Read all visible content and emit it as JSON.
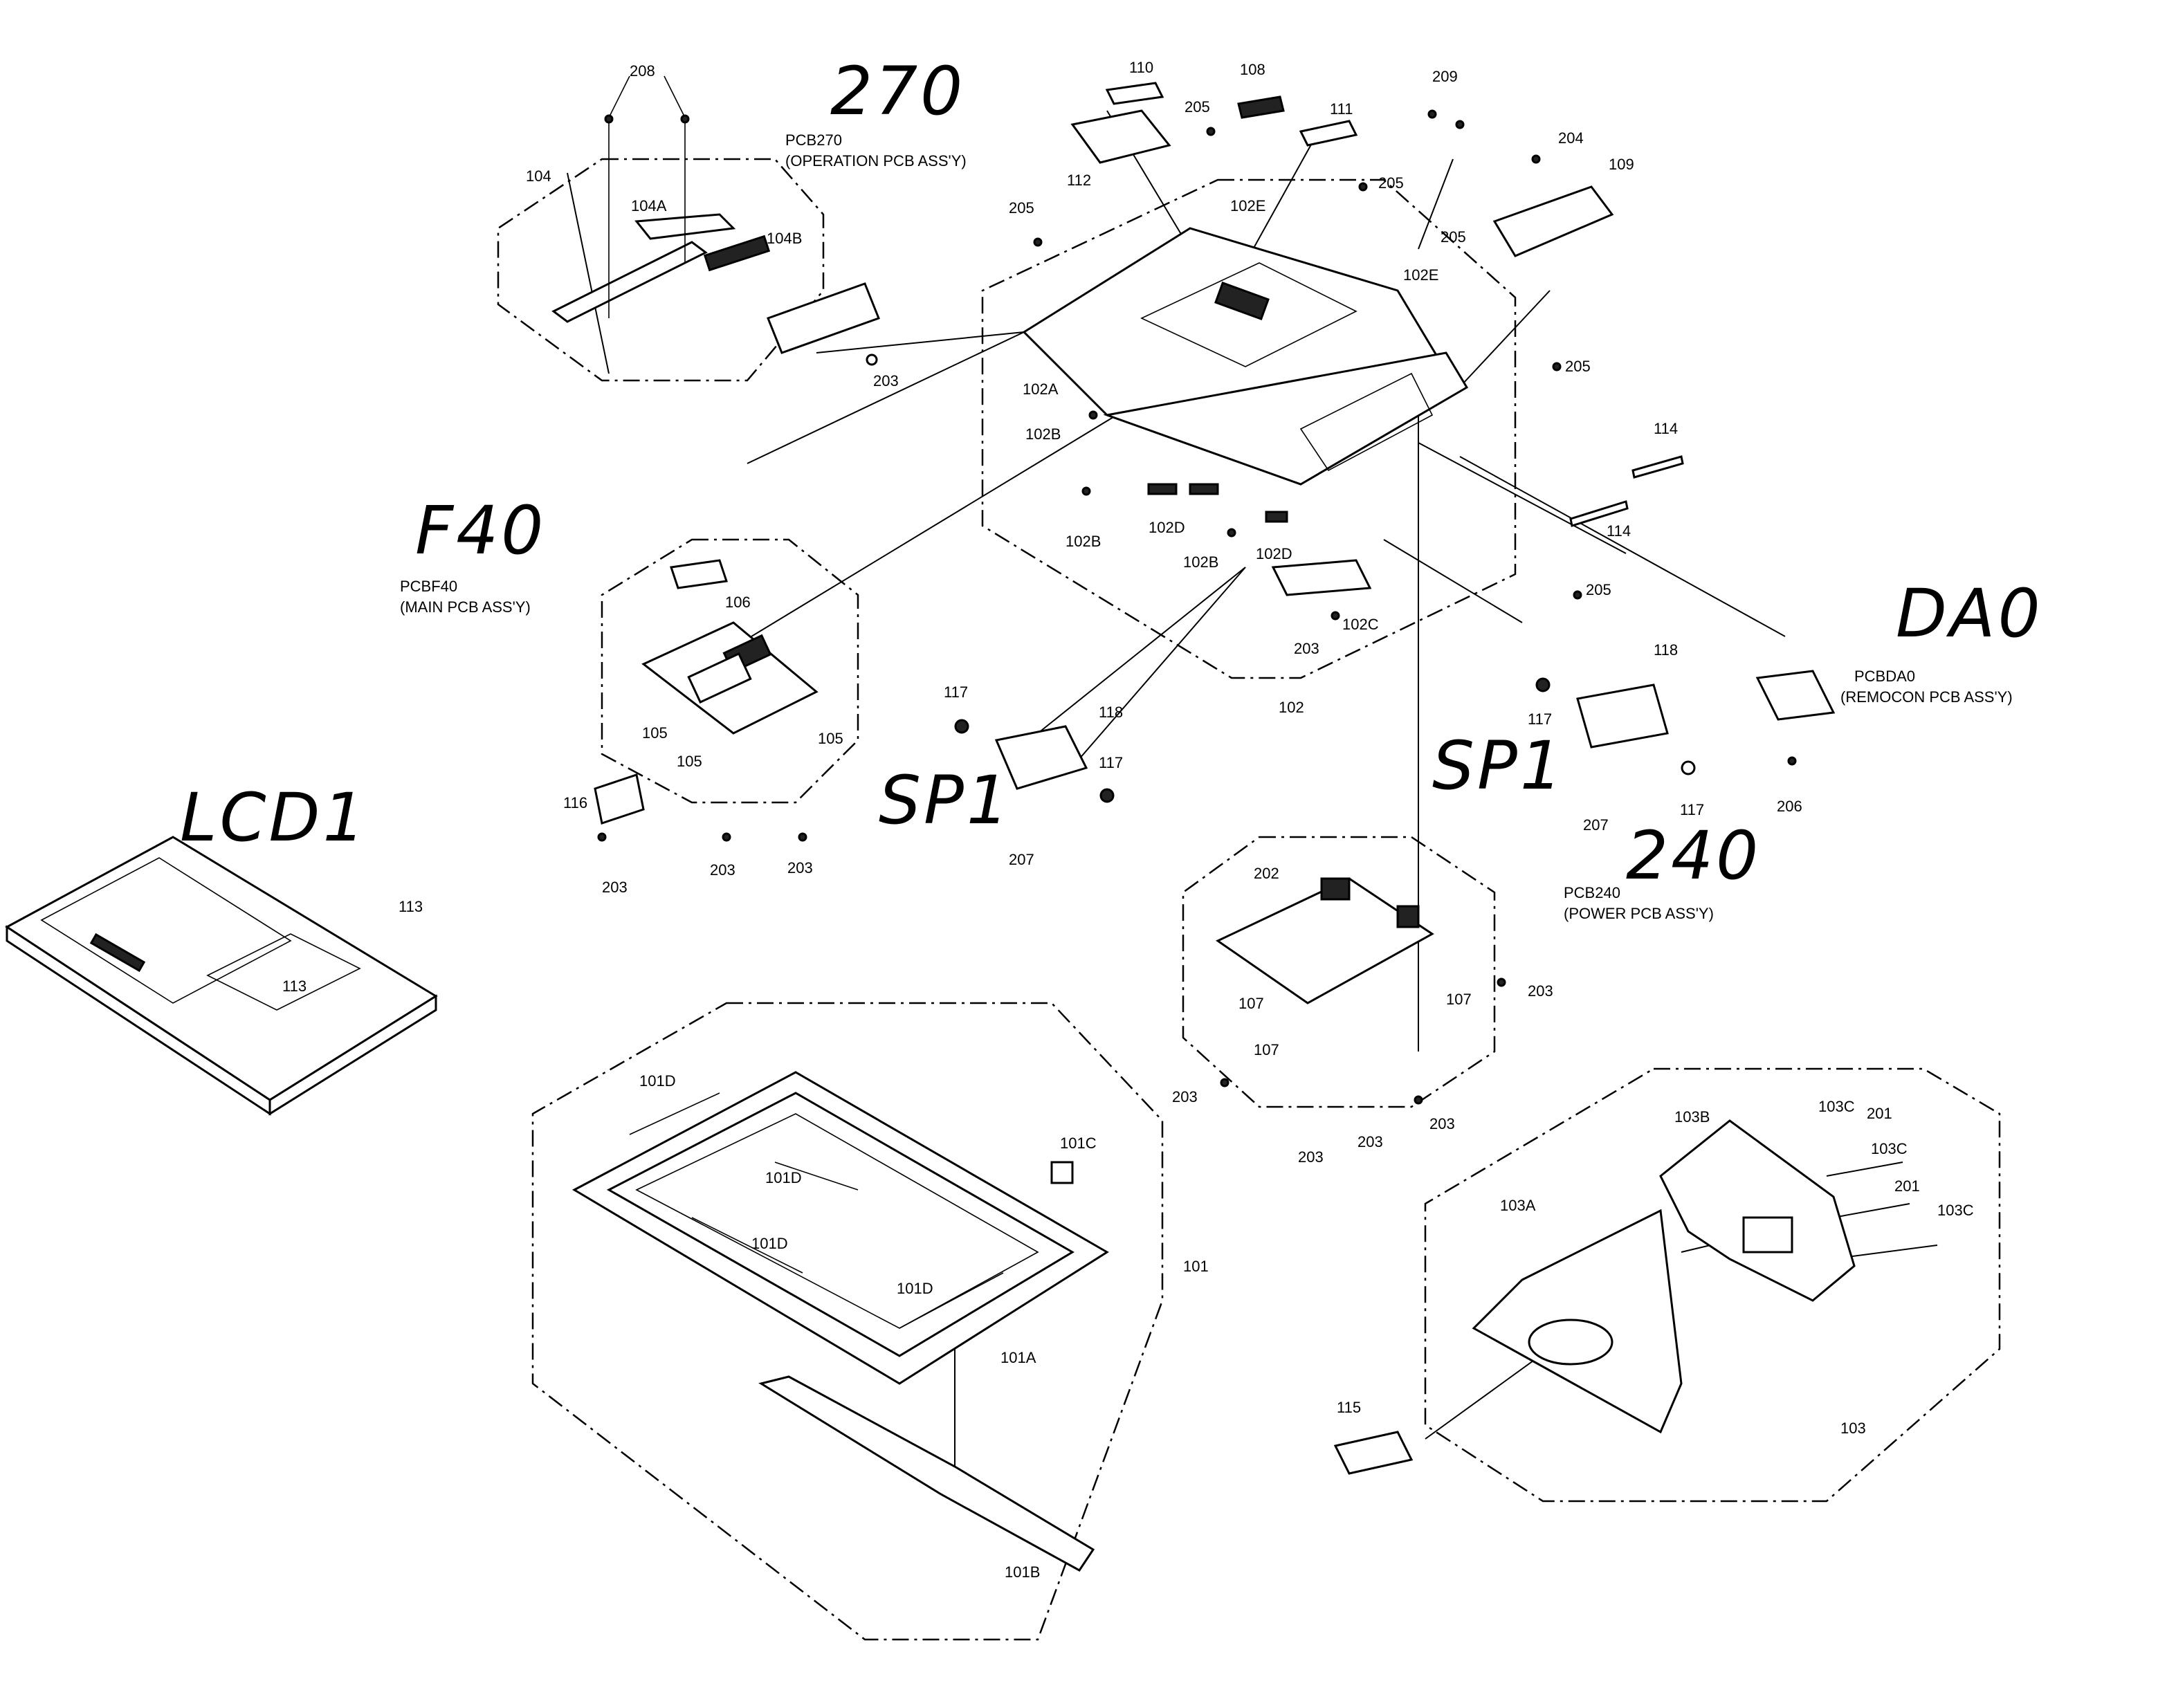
{
  "handwritten": {
    "h270": "270",
    "hF40": "F40",
    "hLCD1": "LCD1",
    "hSP1a": "SP1",
    "hSP1b": "SP1",
    "h240": "240",
    "hDA0": "DA0"
  },
  "assemblies": {
    "pcb270": [
      "PCB270",
      "(OPERATION PCB ASS'Y)"
    ],
    "pcbf40": [
      "PCBF40",
      "(MAIN PCB ASS'Y)"
    ],
    "pcbda0": [
      "PCBDA0",
      "(REMOCON PCB ASS'Y)"
    ],
    "pcb240": [
      "PCB240",
      "(POWER PCB ASS'Y)"
    ]
  },
  "part_labels": {
    "p208": "208",
    "p104": "104",
    "p104A": "104A",
    "p104B": "104B",
    "p203_a": "203",
    "p110": "110",
    "p108": "108",
    "p111": "111",
    "p209": "209",
    "p112": "112",
    "p205_a": "205",
    "p205_b": "205",
    "p205_c": "205",
    "p205_d": "205",
    "p205_e": "205",
    "p205_f": "205",
    "p204": "204",
    "p109": "109",
    "p102E_a": "102E",
    "p102E_b": "102E",
    "p102A": "102A",
    "p102B_a": "102B",
    "p102B_b": "102B",
    "p102B_c": "102B",
    "p102D_a": "102D",
    "p102D_b": "102D",
    "p114_a": "114",
    "p114_b": "114",
    "p203_b": "203",
    "p102C": "102C",
    "p102": "102",
    "p106": "106",
    "p105_a": "105",
    "p105_b": "105",
    "p105_c": "105",
    "p116": "116",
    "p203_c": "203",
    "p203_d": "203",
    "p203_e": "203",
    "p117_a": "117",
    "p118_a": "118",
    "p117_b": "117",
    "p207_a": "207",
    "p118_b": "118",
    "p117_c": "117",
    "p117_d": "117",
    "p207_b": "207",
    "p206": "206",
    "p113_a": "113",
    "p113_b": "113",
    "p202": "202",
    "p107_a": "107",
    "p107_b": "107",
    "p107_c": "107",
    "p203_f": "203",
    "p203_g": "203",
    "p203_h": "203",
    "p203_i": "203",
    "p203_j": "203",
    "p101D_a": "101D",
    "p101D_b": "101D",
    "p101D_c": "101D",
    "p101D_d": "101D",
    "p101C": "101C",
    "p101": "101",
    "p101A": "101A",
    "p101B": "101B",
    "p103B": "103B",
    "p103C_a": "103C",
    "p103C_b": "103C",
    "p103C_c": "103C",
    "p201_a": "201",
    "p201_b": "201",
    "p103A": "103A",
    "p115": "115",
    "p103": "103"
  }
}
